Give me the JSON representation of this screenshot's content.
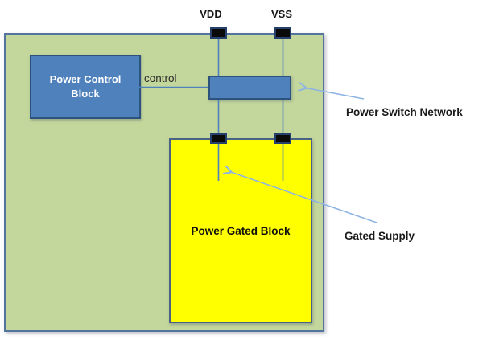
{
  "diagram": {
    "type": "block-diagram",
    "subject": "power gating architecture",
    "chip": {
      "fill": "#c3d69b",
      "border": "#54749e"
    },
    "power_control_block": {
      "label": "Power Control Block",
      "fill": "#4f81bd",
      "border": "#2d527c",
      "text_color": "#ffffff"
    },
    "power_switch_network_box": {
      "fill": "#4f81bd",
      "border": "#2d527c"
    },
    "power_gated_block": {
      "label": "Power Gated Block",
      "fill": "#ffff00",
      "border": "#4a6284"
    },
    "pins": {
      "vdd_label": "VDD",
      "vss_label": "VSS",
      "pin_fill": "#0a0a0a",
      "pin_border": "#24406b"
    },
    "annotations": {
      "control": "control",
      "power_switch_network": "Power Switch Network",
      "gated_supply": "Gated Supply"
    },
    "colors": {
      "wire": "#4f81bd",
      "leader_arrow": "#8eb4e3",
      "background": "#ffffff"
    }
  }
}
